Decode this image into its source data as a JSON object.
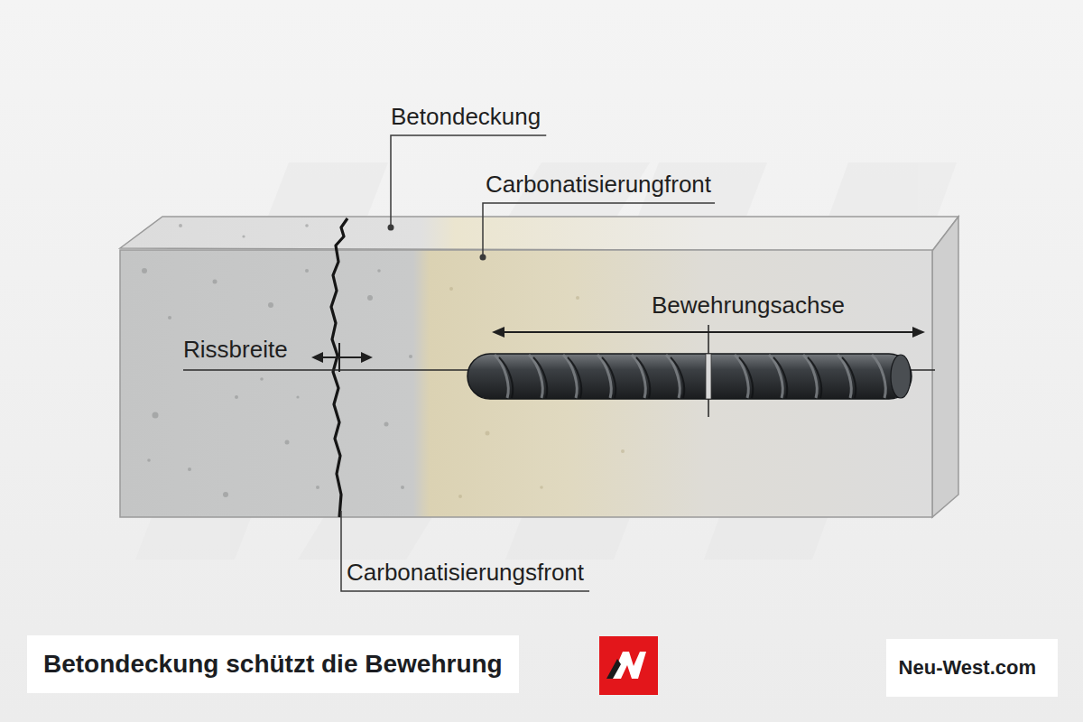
{
  "diagram": {
    "caption": "Betondeckung schützt die Bewehrung",
    "labels": [
      "Betondeckung",
      "Carbonatisierungfront",
      "Bewehrungsachse",
      "Rissbreite",
      "Carbonatisierungsfront",
      "Neu-West.com"
    ]
  }
}
